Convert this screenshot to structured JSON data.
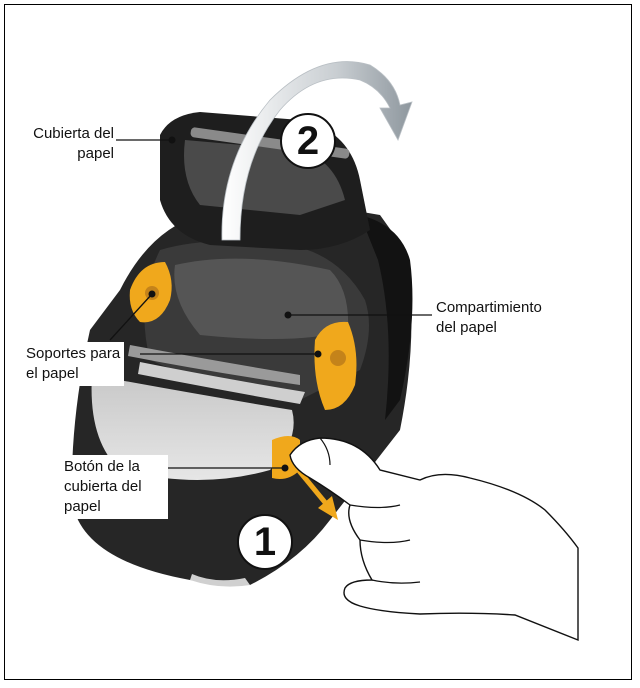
{
  "callouts": {
    "paper_cover": "Cubierta del\npapel",
    "paper_compartment": "Compartimiento\ndel papel",
    "paper_supports": "Soportes para\nel papel",
    "cover_button": "Botón de la\ncubierta del\npapel"
  },
  "steps": {
    "step1": "1",
    "step2": "2"
  },
  "colors": {
    "accent": "#F0A81C",
    "arrow_gray": "#9AA3AA",
    "printer_body": "#2A2A2A"
  }
}
